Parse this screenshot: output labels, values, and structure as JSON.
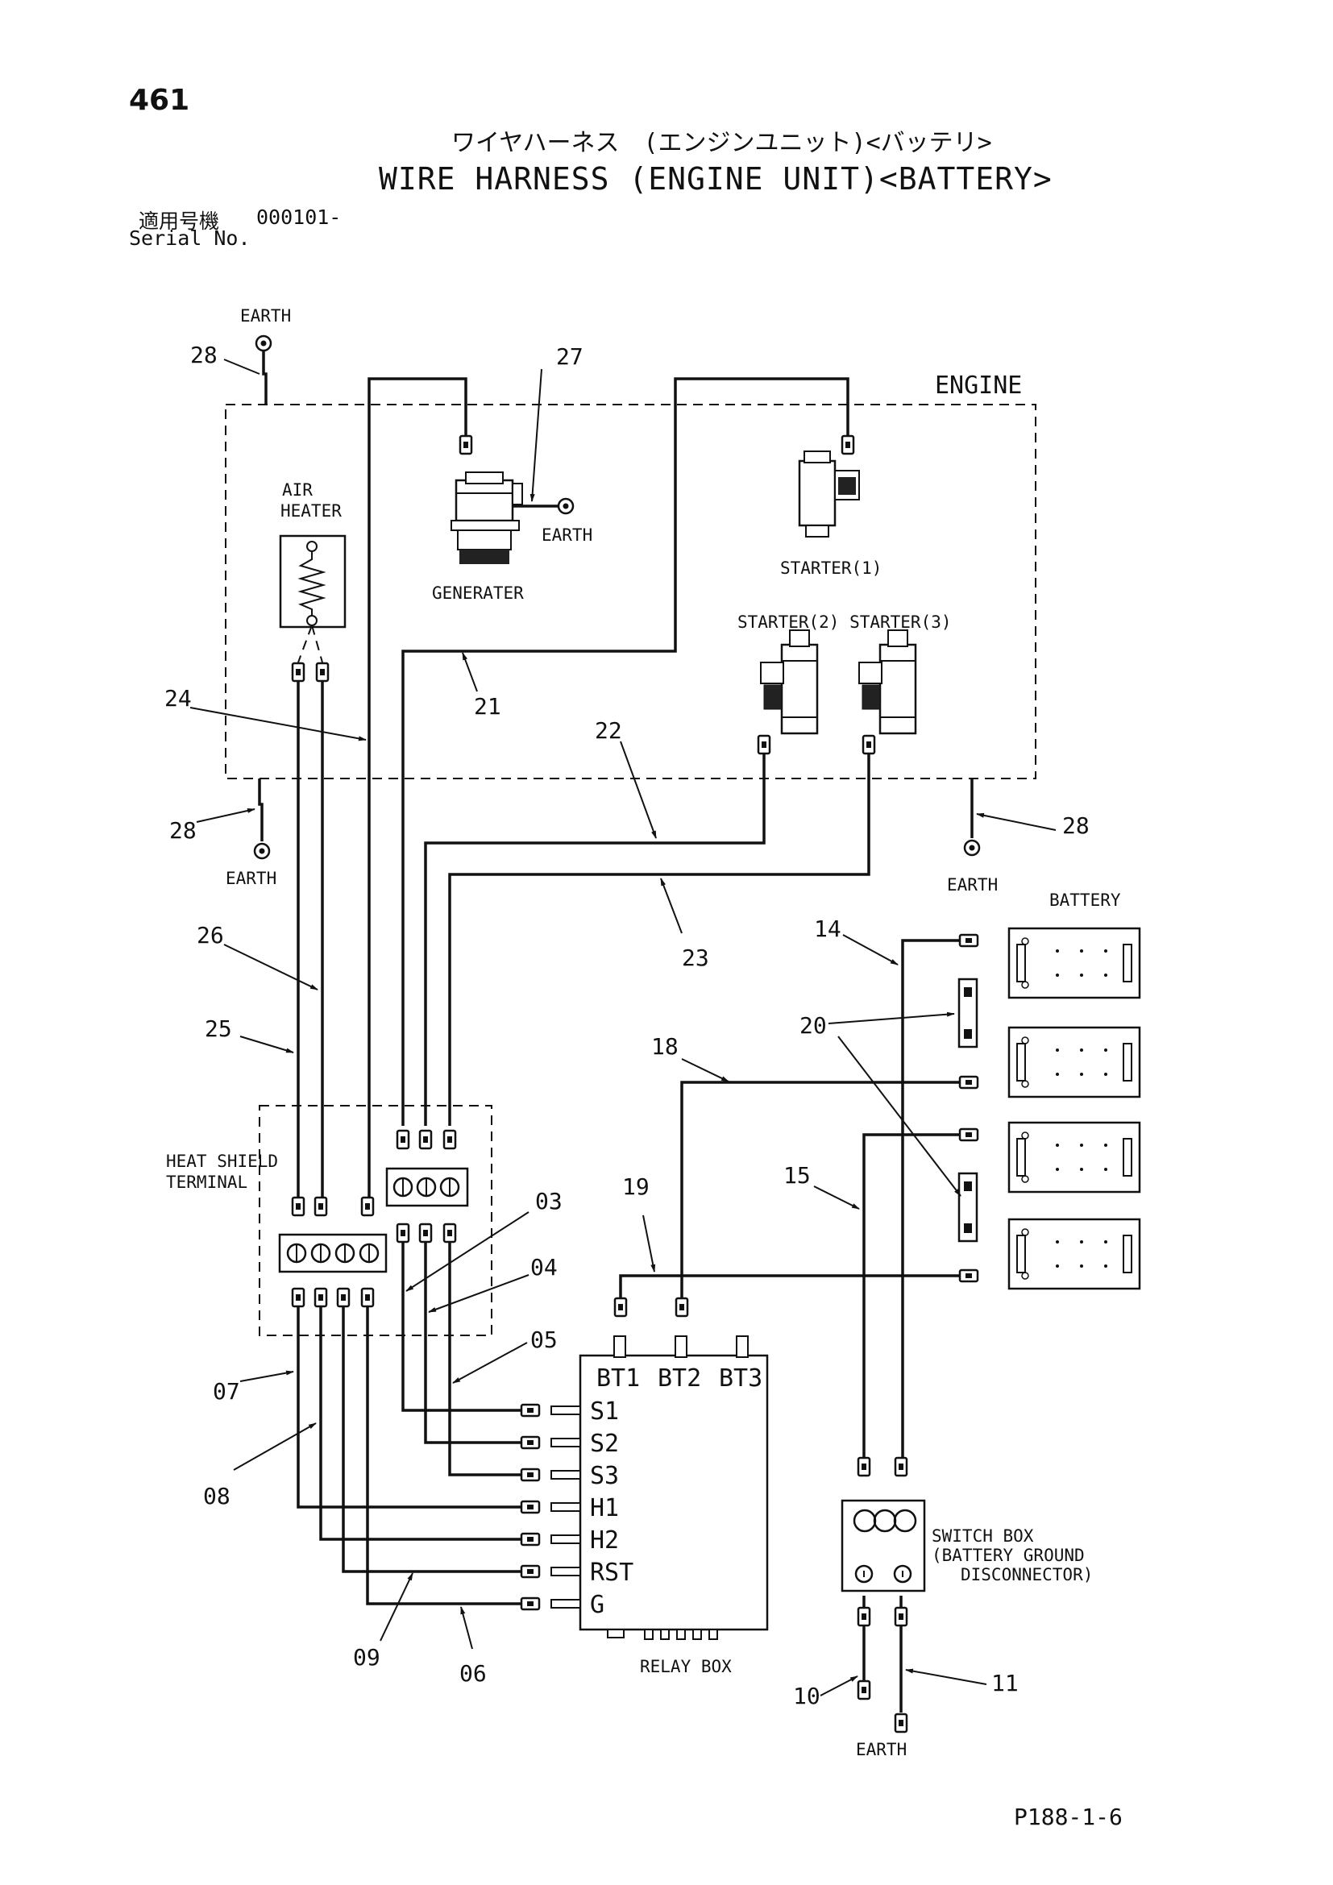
{
  "page_number": "461",
  "title_jp": "ワイヤハーネス　(エンジンユニット)<バッテリ>",
  "title_en": "WIRE HARNESS (ENGINE UNIT)<BATTERY>",
  "serial_label_jp": "適用号機",
  "serial_value": "000101-",
  "serial_label_en": "Serial No.",
  "drawing_code": "P188-1-6",
  "components": {
    "engine": "ENGINE",
    "air_heater_1": "AIR",
    "air_heater_2": "HEATER",
    "generater": "GENERATER",
    "starter1": "STARTER(1)",
    "starter23": "STARTER(2) STARTER(3)",
    "battery": "BATTERY",
    "heat_shield_1": "HEAT SHIELD",
    "heat_shield_2": "TERMINAL",
    "relay_box": "RELAY BOX",
    "switch_box_1": "SWITCH BOX",
    "switch_box_2": "(BATTERY GROUND",
    "switch_box_3": "DISCONNECTOR)",
    "earth": "EARTH"
  },
  "relay_terminals": {
    "bt1": "BT1",
    "bt2": "BT2",
    "bt3": "BT3",
    "s1": "S1",
    "s2": "S2",
    "s3": "S3",
    "h1": "H1",
    "h2": "H2",
    "rst": "RST",
    "g": "G"
  },
  "callouts": {
    "c03": "03",
    "c04": "04",
    "c05": "05",
    "c06": "06",
    "c07": "07",
    "c08": "08",
    "c09": "09",
    "c10": "10",
    "c11": "11",
    "c14": "14",
    "c15": "15",
    "c18": "18",
    "c19": "19",
    "c20": "20",
    "c21": "21",
    "c22": "22",
    "c23": "23",
    "c24": "24",
    "c25": "25",
    "c26": "26",
    "c27": "27",
    "c28": "28"
  }
}
